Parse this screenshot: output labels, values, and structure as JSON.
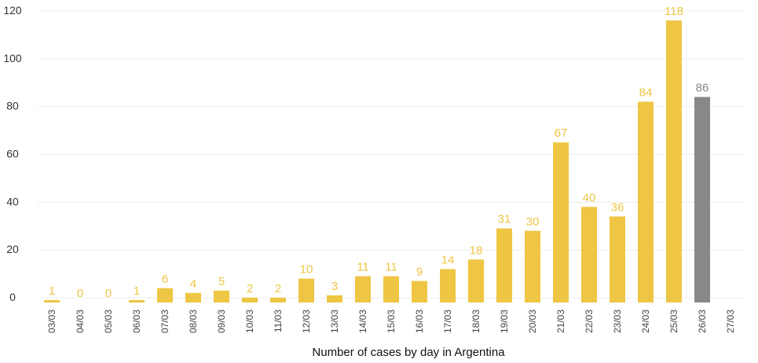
{
  "chart_data": {
    "type": "bar",
    "xlabel": "Number of cases by day in Argentina",
    "ylim": [
      0,
      120
    ],
    "yticks": [
      0,
      20,
      40,
      60,
      80,
      100,
      120
    ],
    "grid": true,
    "categories": [
      "03/03",
      "04/03",
      "05/03",
      "06/03",
      "07/03",
      "08/03",
      "09/03",
      "10/03",
      "11/03",
      "12/03",
      "13/03",
      "14/03",
      "15/03",
      "16/03",
      "17/03",
      "18/03",
      "19/03",
      "20/03",
      "21/03",
      "22/03",
      "23/03",
      "24/03",
      "25/03",
      "26/03",
      "27/03"
    ],
    "values": [
      1,
      0,
      0,
      1,
      6,
      4,
      5,
      2,
      2,
      10,
      3,
      11,
      11,
      9,
      14,
      18,
      31,
      30,
      67,
      40,
      36,
      84,
      118,
      86,
      null
    ],
    "labels": [
      "1",
      "0",
      "0",
      "1",
      "6",
      "4",
      "5",
      "2",
      "2",
      "10",
      "3",
      "11",
      "11",
      "9",
      "14",
      "18",
      "31",
      "30",
      "67",
      "40",
      "36",
      "84",
      "118",
      "86",
      ""
    ],
    "bar_colors": [
      "#EEC643",
      "#EEC643",
      "#EEC643",
      "#EEC643",
      "#EEC643",
      "#EEC643",
      "#EEC643",
      "#EEC643",
      "#EEC643",
      "#EEC643",
      "#EEC643",
      "#EEC643",
      "#EEC643",
      "#EEC643",
      "#EEC643",
      "#EEC643",
      "#EEC643",
      "#EEC643",
      "#EEC643",
      "#EEC643",
      "#EEC643",
      "#EEC643",
      "#EEC643",
      "#888888",
      "#EEC643"
    ],
    "label_colors": [
      "#EEC643",
      "#EEC643",
      "#EEC643",
      "#EEC643",
      "#EEC643",
      "#EEC643",
      "#EEC643",
      "#EEC643",
      "#EEC643",
      "#EEC643",
      "#EEC643",
      "#EEC643",
      "#EEC643",
      "#EEC643",
      "#EEC643",
      "#EEC643",
      "#EEC643",
      "#EEC643",
      "#EEC643",
      "#EEC643",
      "#EEC643",
      "#EEC643",
      "#EEC643",
      "#888888",
      "#EEC643"
    ]
  }
}
